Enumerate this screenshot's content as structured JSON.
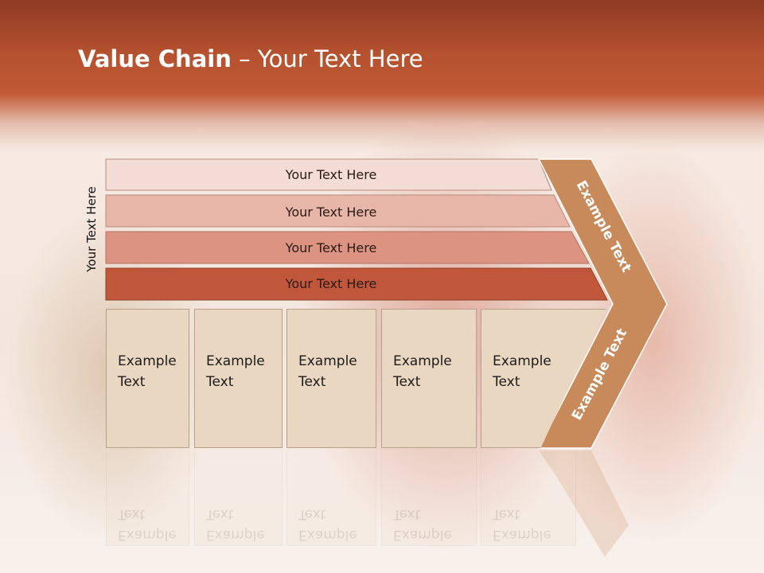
{
  "slide": {
    "title_bold": "Value Chain",
    "title_rest": " – Your Text Here",
    "side_label": "Your Text Here"
  },
  "bands": [
    {
      "label": "Your Text Here",
      "color": "#f3dcd5"
    },
    {
      "label": "Your Text Here",
      "color": "#e8b6a8"
    },
    {
      "label": "Your Text Here",
      "color": "#dc9381"
    },
    {
      "label": "Your Text Here",
      "color": "#c0573a"
    }
  ],
  "chevron": {
    "top_label": "Example Text",
    "bottom_label": "Example Text",
    "color": "#c88a5a"
  },
  "columns": [
    {
      "line1": "Example",
      "line2": "Text"
    },
    {
      "line1": "Example",
      "line2": "Text"
    },
    {
      "line1": "Example",
      "line2": "Text"
    },
    {
      "line1": "Example",
      "line2": "Text"
    },
    {
      "line1": "Example",
      "line2": "Text"
    }
  ],
  "colors": {
    "header": "#b4512f",
    "column_fill": "#ead7c1"
  }
}
